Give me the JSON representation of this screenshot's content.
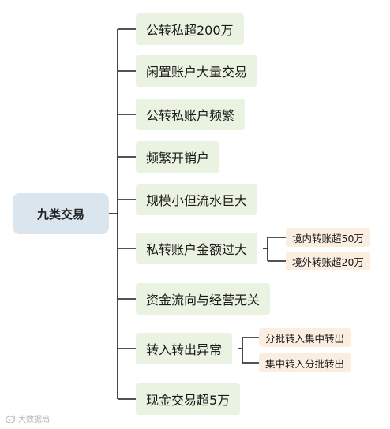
{
  "root": {
    "label": "九类交易"
  },
  "branches": [
    {
      "label": "公转私超200万"
    },
    {
      "label": "闲置账户大量交易"
    },
    {
      "label": "公转私账户频繁"
    },
    {
      "label": "频繁开销户"
    },
    {
      "label": "规模小但流水巨大"
    },
    {
      "label": "私转账户金额过大",
      "children": [
        {
          "label": "境内转账超50万"
        },
        {
          "label": "境外转账超20万"
        }
      ]
    },
    {
      "label": "资金流向与经营无关"
    },
    {
      "label": "转入转出异常",
      "children": [
        {
          "label": "分批转入集中转出"
        },
        {
          "label": "集中转入分批转出"
        }
      ]
    },
    {
      "label": "现金交易超5万"
    }
  ],
  "watermark": {
    "text": "大数据局"
  },
  "colors": {
    "root_fill": "#dbe5ee",
    "branch_fill": "#eaf2e1",
    "sub_fill": "#fbeee1",
    "line": "#1a1a1a"
  }
}
